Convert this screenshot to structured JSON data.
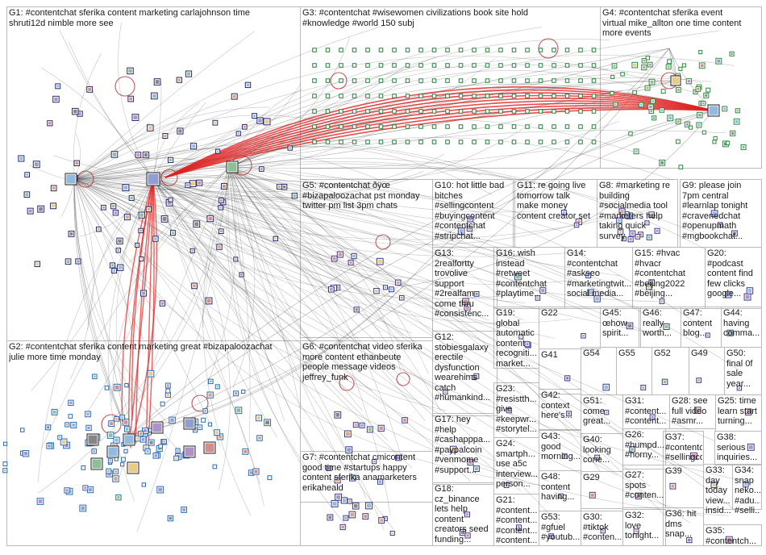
{
  "colors": {
    "background": "#ffffff",
    "grid_border": "#bbbbbb",
    "edge": "#555555",
    "edge_highlight": "#e02020",
    "node_fill": "#ffffff",
    "node_border": "#3a3a8a"
  },
  "groups": [
    {
      "id": "G1",
      "label": "G1: #contentchat sferika content marketing carlajohnson time\nshruti12d nimble more see"
    },
    {
      "id": "G2",
      "label": "G2: #contentchat sferika content marketing great #bizapaloozachat\njulie more time monday"
    },
    {
      "id": "G3",
      "label": "G3: #contentchat #wisewomen civilizations book site hold\n#knowledge #world 150 subj"
    },
    {
      "id": "G4",
      "label": "G4: #contentchat sferika event\nvirtual mike_allton one time content\nmore events"
    },
    {
      "id": "G5",
      "label": "G5: #contentchat ðÿœ\n#bizapaloozachat pst monday\ntwitter pm list 3pm chats"
    },
    {
      "id": "G6",
      "label": "G6: #contentchat video sferika\nmore content ethanbeute\npeople message videos\njeffrey_funk"
    },
    {
      "id": "G7",
      "label": "G7: #contentchat cmicontent\ngood time #startups happy\ncontent sferika anamarketers\nerikaheald"
    },
    {
      "id": "G8",
      "label": "G8: #marketing re\nbuilding\n#socialmedia tool\n#marketers help\ntaking quick\nsurvey"
    },
    {
      "id": "G9",
      "label": "G9: please join\n7pm central\n#learnlap tonight\n#cravenedchat\n#openupmath\n#mgbookchat..."
    },
    {
      "id": "G10",
      "label": "G10: hot little bad\nbitches\n#sellingcontent\n#buyingcontent\n#contentchat\n#stripchat..."
    },
    {
      "id": "G11",
      "label": "G11: re going live\ntomorrow talk\nmake money\ncontent creator set"
    },
    {
      "id": "G12",
      "label": "G12:\nstobiesgalaxy\nerectile\ndysfunction\nwearehims\ncatch\n#humankind..."
    },
    {
      "id": "G13",
      "label": "G13:\n2realfortty\ntrovolive\nsupport\n#2realfam\ncome thru\n#consistenc..."
    },
    {
      "id": "G14",
      "label": "G14:\n#contentchat\n#askseo\n#marketingtwit...\nsocial media..."
    },
    {
      "id": "G15",
      "label": "G15: #hvac\n#hvacr\n#contentchat\n#beijing2022\n#beijing..."
    },
    {
      "id": "G16",
      "label": "G16: wish\ninstead\n#retweet\n#contentchat\n#playtime..."
    },
    {
      "id": "G17",
      "label": "G17: hey\n#help\n#cashapppa...\n#paypalcoin\n#venmome\n#support..."
    },
    {
      "id": "G18",
      "label": "G18:\ncz_binance\nlets help\ncontent\ncreators seed\nfunding..."
    },
    {
      "id": "G19",
      "label": "G19:\nglobal\nautomatic\ncontent\nrecogniti...\nmarket..."
    },
    {
      "id": "G20",
      "label": "G20:\n#podcast\ncontent find\nfew clicks\ngoogle..."
    },
    {
      "id": "G21",
      "label": "G21:\n#content...\n#content...\n#content...\n#content..."
    },
    {
      "id": "G22",
      "label": "G22"
    },
    {
      "id": "G23",
      "label": "G23:\n#resistth...\ngive\n#keepwr...\n#storytel..."
    },
    {
      "id": "G24",
      "label": "G24:\nsmartph...\nuse a5c\ninterview...\nperson..."
    },
    {
      "id": "G25",
      "label": "G25: time\nlearn start\nturning..."
    },
    {
      "id": "G26",
      "label": "G26:\n#humpd...\n#horny..."
    },
    {
      "id": "G27",
      "label": "G27:\nspots\n#conten..."
    },
    {
      "id": "G28",
      "label": "G28: see\nfull video\n#asmr..."
    },
    {
      "id": "G29",
      "label": "G29"
    },
    {
      "id": "G30",
      "label": "G30:\n#tiktok\n#conten..."
    },
    {
      "id": "G31",
      "label": "G31:\n#content...\n#content..."
    },
    {
      "id": "G32",
      "label": "G32:\nlove\ntonight..."
    },
    {
      "id": "G33",
      "label": "G33:\nday\ntoday\nview...\ninsid..."
    },
    {
      "id": "G34",
      "label": "G34:\nsnap\nneko...\n#adu...\n#selli..."
    },
    {
      "id": "G35",
      "label": "G35:\n#contentch..."
    },
    {
      "id": "G36",
      "label": "G36: hit\ndms\nsnap..."
    },
    {
      "id": "G37",
      "label": "G37:\n#contentc...\n#sellingco..."
    },
    {
      "id": "G38",
      "label": "G38:\nserious\ninquiries..."
    },
    {
      "id": "G39",
      "label": "G39"
    },
    {
      "id": "G40",
      "label": "G40:\nlooking\ncone..."
    },
    {
      "id": "G41",
      "label": "G41"
    },
    {
      "id": "G42",
      "label": "G42:\ncontext\nhere's..."
    },
    {
      "id": "G43",
      "label": "G43:\ngood\nmorning..."
    },
    {
      "id": "G44",
      "label": "G44:\nhaving\ncomma..."
    },
    {
      "id": "G45",
      "label": "G45:\nœhow\nspirit..."
    },
    {
      "id": "G46",
      "label": "G46:\nreally\nworth..."
    },
    {
      "id": "G47",
      "label": "G47:\ncontent\nblog..."
    },
    {
      "id": "G48",
      "label": "G48:\ncontent\nhaving..."
    },
    {
      "id": "G49",
      "label": "G49"
    },
    {
      "id": "G50",
      "label": "G50:\nfinal 0f\nsale\nyear..."
    },
    {
      "id": "G51",
      "label": "G51:\ncome\ngreat..."
    },
    {
      "id": "G52",
      "label": "G52"
    },
    {
      "id": "G53",
      "label": "G53:\n#gfuel\n#youtub..."
    },
    {
      "id": "G54",
      "label": "G54"
    },
    {
      "id": "G55",
      "label": "G55"
    }
  ]
}
